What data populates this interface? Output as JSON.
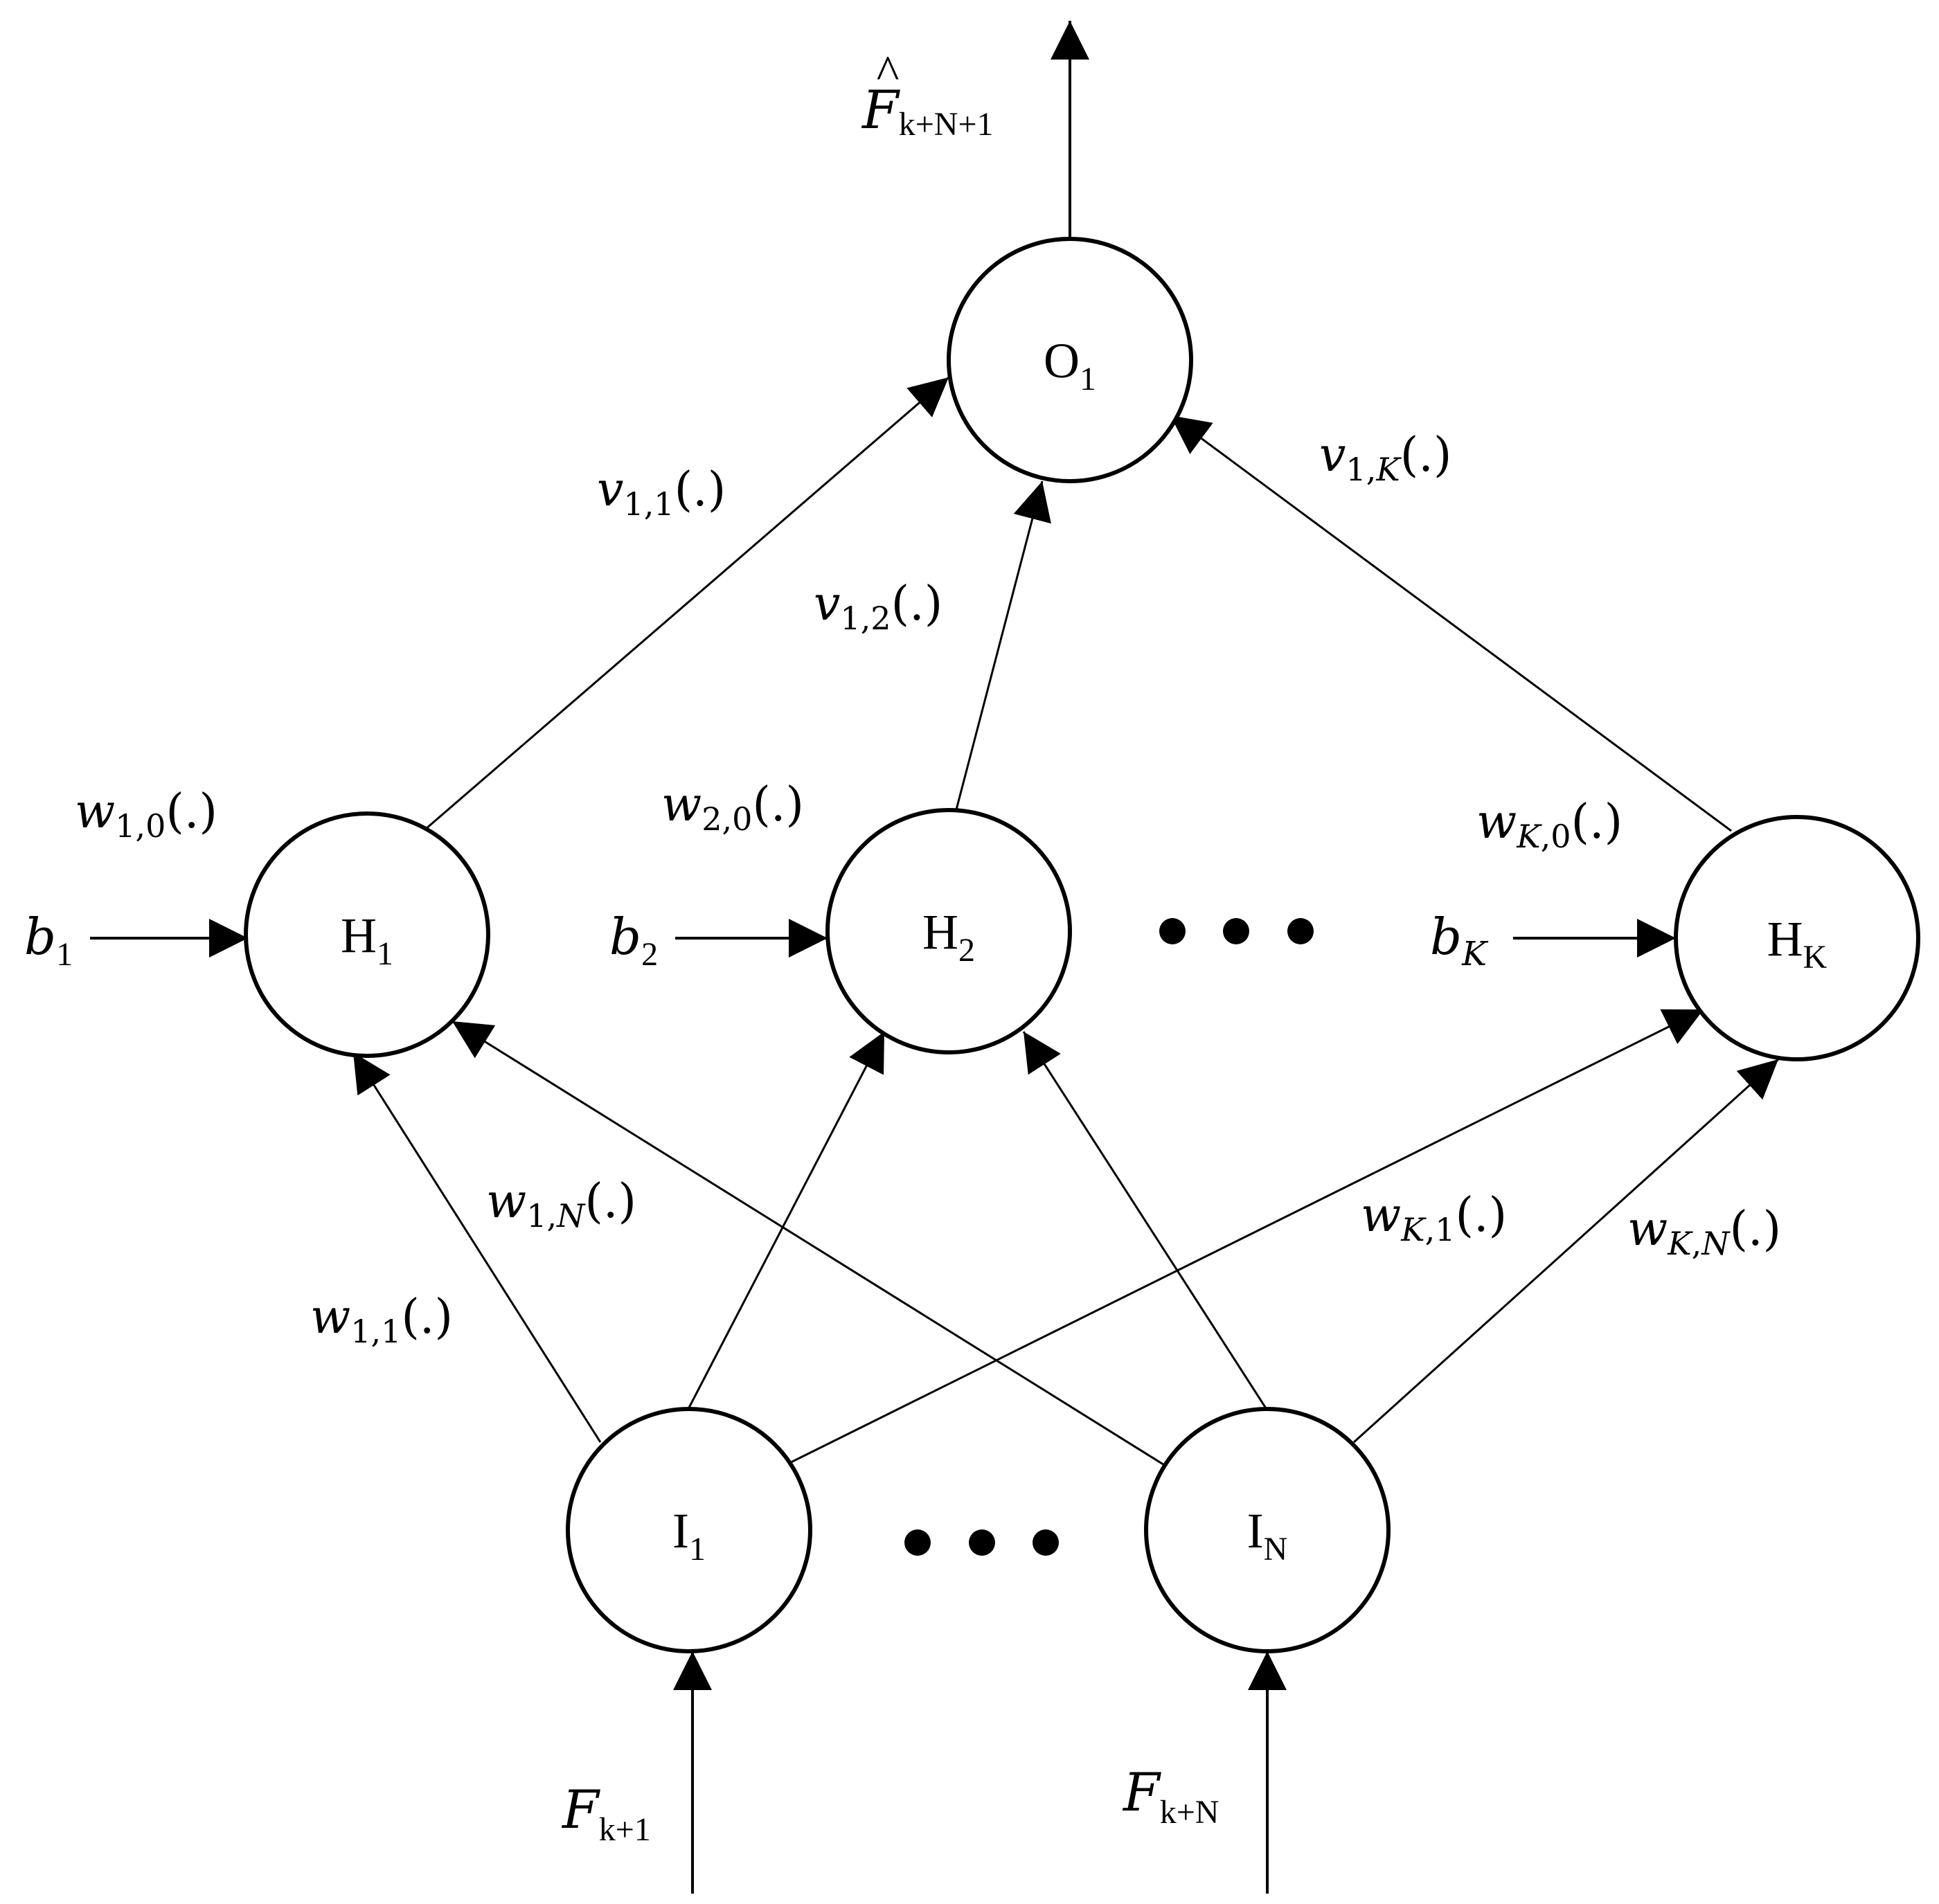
{
  "nodes": {
    "output": {
      "name": "O",
      "sub": "1"
    },
    "hidden": [
      {
        "name": "H",
        "sub": "1"
      },
      {
        "name": "H",
        "sub": "2"
      },
      {
        "name": "H",
        "sub": "K"
      }
    ],
    "inputs": [
      {
        "name": "I",
        "sub": "1"
      },
      {
        "name": "I",
        "sub": "N"
      }
    ]
  },
  "output_signal": {
    "base": "F",
    "hat": "^",
    "sub": "k+N+1"
  },
  "input_signals": [
    {
      "base": "F",
      "sub": "k+1"
    },
    {
      "base": "F",
      "sub": "k+N"
    }
  ],
  "biases": [
    {
      "base": "b",
      "sub": "1"
    },
    {
      "base": "b",
      "sub": "2"
    },
    {
      "base": "b",
      "sub": "K"
    }
  ],
  "weights": {
    "v11": {
      "base": "v",
      "sub": "1,1",
      "arg": "(.)"
    },
    "v12": {
      "base": "v",
      "sub": "1,2",
      "arg": "(.)"
    },
    "v1K": {
      "base": "v",
      "sub_pre": "1,",
      "sub_it": "K",
      "arg": "(.)"
    },
    "w10": {
      "base": "w",
      "sub": "1,0",
      "arg": "(.)"
    },
    "w20": {
      "base": "w",
      "sub": "2,0",
      "arg": "(.)"
    },
    "wK0": {
      "base": "w",
      "sub_it": "K",
      "sub_post": ",0",
      "arg": "(.)"
    },
    "w1N": {
      "base": "w",
      "sub_pre": "1,",
      "sub_it": "N",
      "arg": "(.)"
    },
    "w11": {
      "base": "w",
      "sub": "1,1",
      "arg": "(.)"
    },
    "wK1": {
      "base": "w",
      "sub_it": "K",
      "sub_post": ",1",
      "arg": "(.)"
    },
    "wKN": {
      "base": "w",
      "sub_it": "K",
      "sub_mid": ",",
      "sub_it2": "N",
      "arg": "(.)"
    }
  }
}
